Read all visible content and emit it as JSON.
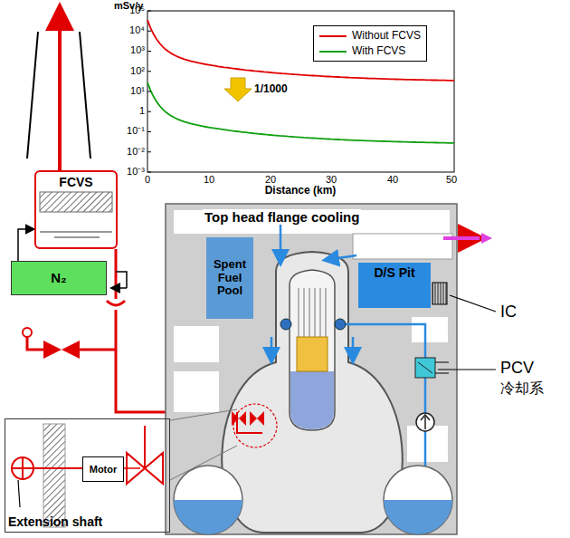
{
  "diagram": {
    "nodes": [
      {
        "text": [
          "FCVS"
        ]
      },
      {
        "text": [
          "N₂"
        ]
      },
      {
        "text": [
          "Spent Fuel Pool"
        ]
      },
      {
        "text": [
          "D/S Pit"
        ]
      },
      {
        "text": [
          "Extension shaft"
        ]
      },
      {
        "text": [
          "Motor"
        ],
        "in": 4
      }
    ],
    "edges": [
      {
        "from": 1,
        "to": 0,
        "arrow": "to"
      }
    ],
    "labels": [
      "mSv/y",
      "10⁵",
      "10⁴",
      "10³",
      "10²",
      "10¹",
      "1",
      "10⁻¹",
      "10⁻²",
      "10⁻³",
      "0",
      "10",
      "20",
      "30",
      "40",
      "50",
      "Distance (km)",
      "1/1000",
      "Top head flange cooling",
      "IC",
      "PCV",
      "冷却系"
    ],
    "legend": [
      {
        "text": "Without FCVS"
      },
      {
        "text": "With FCVS"
      }
    ]
  }
}
